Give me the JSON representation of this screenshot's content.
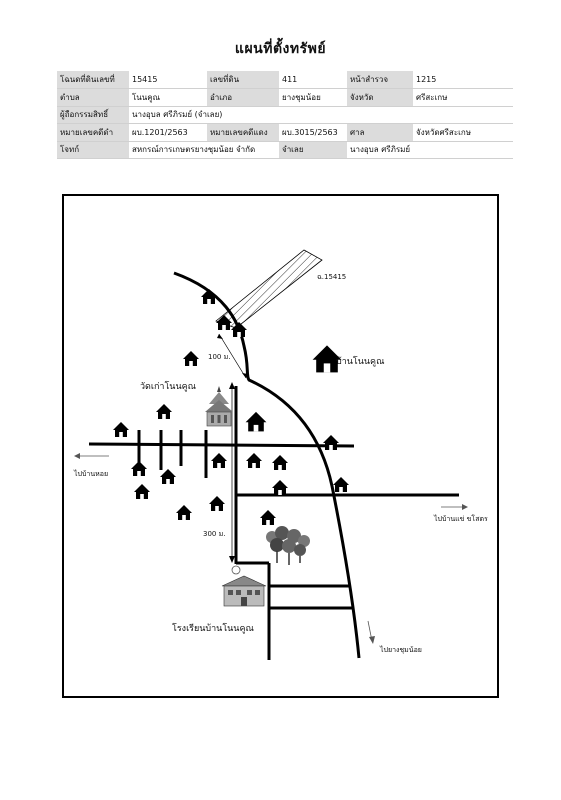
{
  "title": "แผนที่ตั้งทรัพย์",
  "info": {
    "deed_no_label": "โฉนดที่ดินเลขที่",
    "deed_no": "15415",
    "land_no_label": "เลขที่ดิน",
    "land_no": "411",
    "survey_page_label": "หน้าสำรวจ",
    "survey_page": "1215",
    "subdistrict_label": "ตำบล",
    "subdistrict": "โนนคูณ",
    "district_label": "อำเภอ",
    "district": "ยางชุมน้อย",
    "province_label": "จังหวัด",
    "province": "ศรีสะเกษ",
    "owner_label": "ผู้ถือกรรมสิทธิ์",
    "owner": "นางอุบล ศรีภิรมย์ (จำเลย)",
    "black_case_label": "หมายเลขคดีดำ",
    "black_case": "ผบ.1201/2563",
    "red_case_label": "หมายเลขคดีแดง",
    "red_case": "ผบ.3015/2563",
    "court_label": "ศาล",
    "court": "จังหวัดศรีสะเกษ",
    "plaintiff_label": "โจทก์",
    "plaintiff": "สหกรณ์การเกษตรยางชุมน้อย จำกัด",
    "defendant_label": "จำเลย",
    "defendant": "นางอุบล  ศรีภิรมย์"
  },
  "map": {
    "parcel_label": "ฉ.15415",
    "village": "บ้านโนนคูณ",
    "temple": "วัดเก่าโนนคูณ",
    "school": "โรงเรียนบ้านโนนคูณ",
    "dist_100": "100 ม.",
    "dist_300": "300 ม.",
    "to_left": "ไปบ้านหอย",
    "to_right": "ไปบ้านแข่ ขโสตร",
    "to_bottom": "ไปยางชุมน้อย"
  }
}
